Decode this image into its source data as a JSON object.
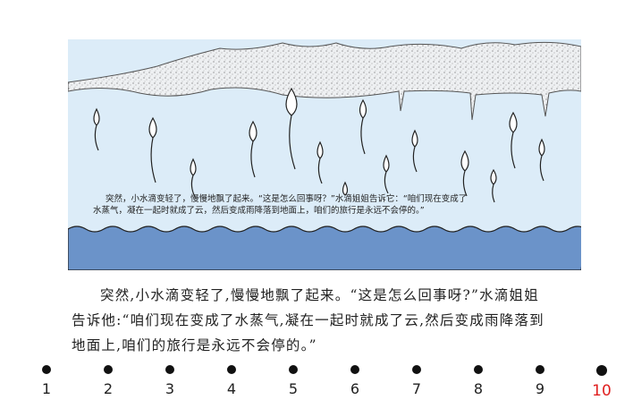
{
  "illustration": {
    "caption_lines": [
      "突然，小水滴变轻了，慢慢地飘了起来。“这是怎么回事呀？”水滴姐姐告诉它：“咱们现在变成了",
      "水蒸气，凝在一起时就成了云，然后变成雨降落到地面上，咱们的旅行是永远不会停的。”"
    ],
    "colors": {
      "sky": "#dcecf8",
      "cloud": "#e6eaee",
      "water": "#6b93c9"
    }
  },
  "text": {
    "lines": [
      "突然,小水滴变轻了,慢慢地飘了起来。“这是怎么回事呀?”水滴姐姐",
      "告诉他:“咱们现在变成了水蒸气,凝在一起时就成了云,然后变成雨降落到",
      "地面上,咱们的旅行是永远不会停的。”"
    ]
  },
  "pagination": {
    "pages": [
      "1",
      "2",
      "3",
      "4",
      "5",
      "6",
      "7",
      "8",
      "9",
      "10"
    ],
    "current": "10",
    "active_color": "#e02020"
  }
}
